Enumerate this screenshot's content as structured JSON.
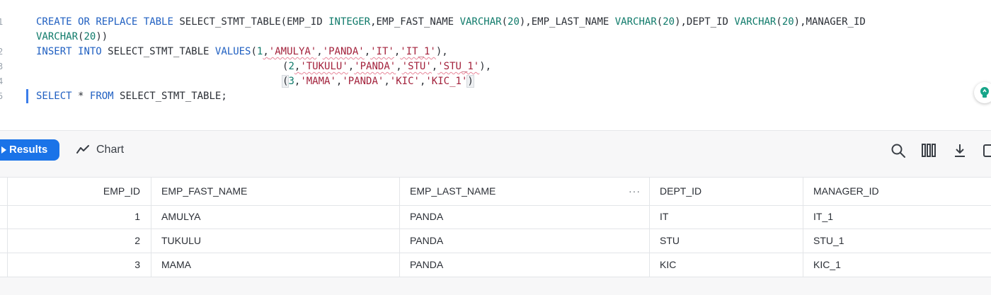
{
  "editor": {
    "line_numbers": [
      "1",
      "2",
      "3",
      "4",
      "5"
    ],
    "code": {
      "create": "CREATE",
      "or": "OR",
      "replace": "REPLACE",
      "table": "TABLE",
      "table_name_paren": "SELECT_STMT_TABLE(",
      "col1": "EMP_ID",
      "integer": "INTEGER",
      "col2": ",EMP_FAST_NAME",
      "varchar": "VARCHAR",
      "twenty": "20",
      "col3": "),EMP_LAST_NAME",
      "col4": "),DEPT_ID",
      "col5": "),MANAGER_ID",
      "close_paren": ")",
      "close_paren2": "))",
      "open_paren": "(",
      "insert": "INSERT",
      "into": "INTO",
      "insert_table": "SELECT_STMT_TABLE",
      "values": "VALUES",
      "select": "SELECT",
      "star": "*",
      "from": "FROM",
      "select_table": "SELECT_STMT_TABLE;",
      "comma": ",",
      "row_end_comma": "),",
      "row1": {
        "n": "1",
        "a": "'AMULYA'",
        "b": "'PANDA'",
        "c": "'IT'",
        "d": "'IT_1'"
      },
      "row2": {
        "n": "2",
        "a": "'TUKULU'",
        "b": "'PANDA'",
        "c": "'STU'",
        "d": "'STU_1'"
      },
      "row3": {
        "n": "3",
        "a": "'MAMA'",
        "b": "'PANDA'",
        "c": "'KIC'",
        "d": "'KIC_1'"
      }
    }
  },
  "toolbar": {
    "results_label": "Results",
    "chart_label": "Chart",
    "icons": [
      "search-icon",
      "columns-icon",
      "download-icon",
      "expand-icon"
    ]
  },
  "table": {
    "columns": [
      "EMP_ID",
      "EMP_FAST_NAME",
      "EMP_LAST_NAME",
      "DEPT_ID",
      "MANAGER_ID"
    ],
    "column_menu": "···",
    "rows": [
      [
        "1",
        "AMULYA",
        "PANDA",
        "IT",
        "IT_1"
      ],
      [
        "2",
        "TUKULU",
        "PANDA",
        "STU",
        "STU_1"
      ],
      [
        "3",
        "MAMA",
        "PANDA",
        "KIC",
        "KIC_1"
      ]
    ]
  },
  "colors": {
    "accent": "#1a73e8",
    "keyword": "#1f5fc1",
    "type": "#0f7a6a",
    "string": "#a3223c"
  }
}
